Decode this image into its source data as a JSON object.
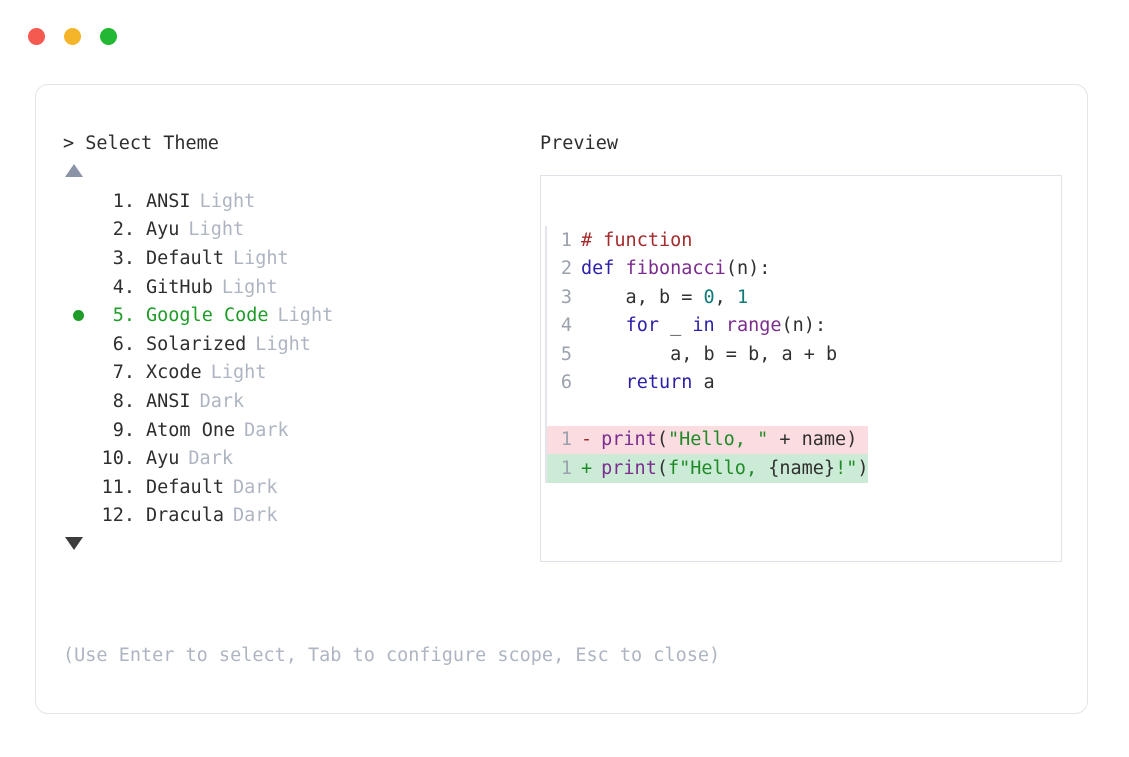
{
  "window": {
    "traffic_lights": [
      {
        "name": "close",
        "color": "#f55a50"
      },
      {
        "name": "minimize",
        "color": "#f5b52b"
      },
      {
        "name": "maximize",
        "color": "#22b833"
      }
    ]
  },
  "prompt": {
    "marker": ">",
    "title": "Select Theme"
  },
  "scroll": {
    "up_indicator": "▲",
    "down_indicator": "▼"
  },
  "themes": [
    {
      "index": "1.",
      "name": "ANSI",
      "variant": "Light",
      "selected": false
    },
    {
      "index": "2.",
      "name": "Ayu",
      "variant": "Light",
      "selected": false
    },
    {
      "index": "3.",
      "name": "Default",
      "variant": "Light",
      "selected": false
    },
    {
      "index": "4.",
      "name": "GitHub",
      "variant": "Light",
      "selected": false
    },
    {
      "index": "5.",
      "name": "Google Code",
      "variant": "Light",
      "selected": true
    },
    {
      "index": "6.",
      "name": "Solarized",
      "variant": "Light",
      "selected": false
    },
    {
      "index": "7.",
      "name": "Xcode",
      "variant": "Light",
      "selected": false
    },
    {
      "index": "8.",
      "name": "ANSI",
      "variant": "Dark",
      "selected": false
    },
    {
      "index": "9.",
      "name": "Atom One",
      "variant": "Dark",
      "selected": false
    },
    {
      "index": "10.",
      "name": "Ayu",
      "variant": "Dark",
      "selected": false
    },
    {
      "index": "11.",
      "name": "Default",
      "variant": "Dark",
      "selected": false
    },
    {
      "index": "12.",
      "name": "Dracula",
      "variant": "Dark",
      "selected": false
    }
  ],
  "hint": "(Use Enter to select, Tab to configure scope, Esc to close)",
  "preview": {
    "title": "Preview",
    "code_lines": [
      {
        "number": "1",
        "tokens": [
          {
            "t": "# function",
            "c": "comment"
          }
        ]
      },
      {
        "number": "2",
        "tokens": [
          {
            "t": "def ",
            "c": "keyword"
          },
          {
            "t": "fibonacci",
            "c": "func"
          },
          {
            "t": "(n):",
            "c": "plain"
          }
        ]
      },
      {
        "number": "3",
        "tokens": [
          {
            "t": "    a, b = ",
            "c": "plain"
          },
          {
            "t": "0",
            "c": "num"
          },
          {
            "t": ", ",
            "c": "plain"
          },
          {
            "t": "1",
            "c": "num"
          }
        ]
      },
      {
        "number": "4",
        "tokens": [
          {
            "t": "    ",
            "c": "plain"
          },
          {
            "t": "for",
            "c": "keyword"
          },
          {
            "t": " _ ",
            "c": "plain"
          },
          {
            "t": "in",
            "c": "keyword"
          },
          {
            "t": " ",
            "c": "plain"
          },
          {
            "t": "range",
            "c": "func"
          },
          {
            "t": "(n):",
            "c": "plain"
          }
        ]
      },
      {
        "number": "5",
        "tokens": [
          {
            "t": "        a, b = b, a + b",
            "c": "plain"
          }
        ]
      },
      {
        "number": "6",
        "tokens": [
          {
            "t": "    ",
            "c": "plain"
          },
          {
            "t": "return",
            "c": "keyword"
          },
          {
            "t": " a",
            "c": "plain"
          }
        ]
      }
    ],
    "diff_lines": [
      {
        "number": "1",
        "sign": "-",
        "kind": "del",
        "tokens": [
          {
            "t": "print",
            "c": "func"
          },
          {
            "t": "(",
            "c": "plain"
          },
          {
            "t": "\"Hello, \"",
            "c": "str"
          },
          {
            "t": " + name)",
            "c": "plain"
          }
        ]
      },
      {
        "number": "1",
        "sign": "+",
        "kind": "add",
        "tokens": [
          {
            "t": "print",
            "c": "func"
          },
          {
            "t": "(",
            "c": "plain"
          },
          {
            "t": "f\"Hello, ",
            "c": "str"
          },
          {
            "t": "{name}",
            "c": "plain"
          },
          {
            "t": "!\"",
            "c": "str"
          },
          {
            "t": ")",
            "c": "plain"
          }
        ]
      }
    ]
  }
}
